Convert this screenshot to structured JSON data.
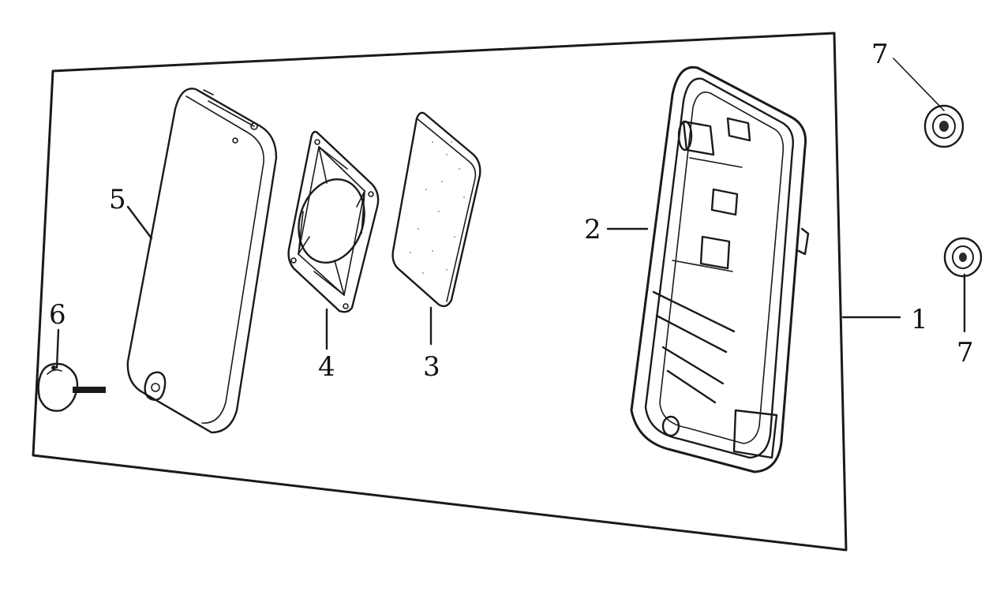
{
  "diagram": {
    "callouts": {
      "c1": "1",
      "c2": "2",
      "c3": "3",
      "c4": "4",
      "c5": "5",
      "c6": "6",
      "c7_top": "7",
      "c7_bottom": "7"
    },
    "colors": {
      "line": "#1a1a1a",
      "part_fill": "#ffffff",
      "foam_speckle": "#9a9a9a",
      "nut_dark": "#2b2b2b"
    }
  }
}
